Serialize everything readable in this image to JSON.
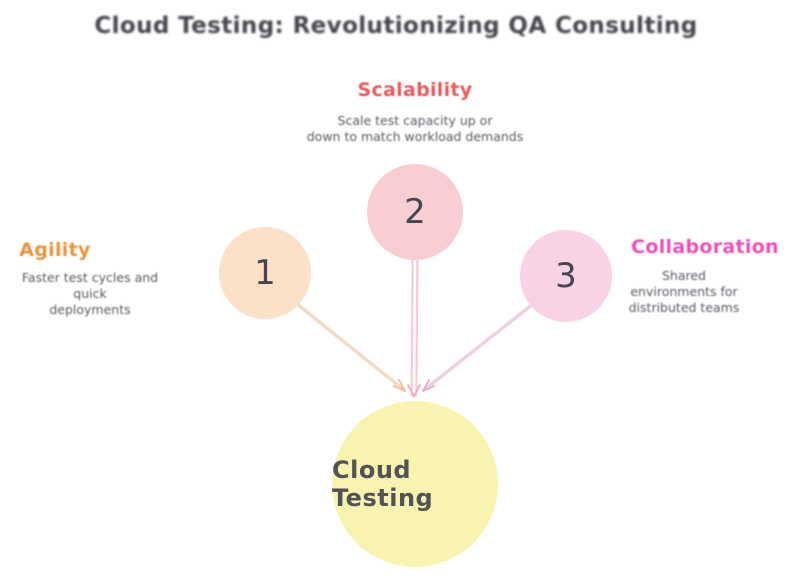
{
  "title": "Cloud Testing: Revolutionizing QA Consulting",
  "center_node": {
    "label": "Cloud Testing",
    "fill": "#f8f3af",
    "text_color": "#52525b"
  },
  "nodes": [
    {
      "number": "1",
      "label": "Agility",
      "label_color": "#ed9438",
      "circle_fill": "#fae1c7",
      "desc_line1": "Faster test cycles and quick",
      "desc_line2": "deployments"
    },
    {
      "number": "2",
      "label": "Scalability",
      "label_color": "#ef5a5a",
      "circle_fill": "#f9ced3",
      "desc_line1": "Scale test capacity up or",
      "desc_line2": "down to match workload demands"
    },
    {
      "number": "3",
      "label": "Collaboration",
      "label_color": "#f04fbc",
      "circle_fill": "#f9d2e6",
      "desc_line1": "Shared environments for",
      "desc_line2": "distributed teams"
    }
  ],
  "connector_colors": {
    "left_line": "#f2dcc4",
    "left_arrow": "#e9c6a4",
    "middle_line": "#f7cbd4",
    "middle_core": "#ffffff",
    "middle_arrow": "#f0b3c4",
    "right_line": "#f0cfe3",
    "right_arrow": "#e5b2d2"
  }
}
